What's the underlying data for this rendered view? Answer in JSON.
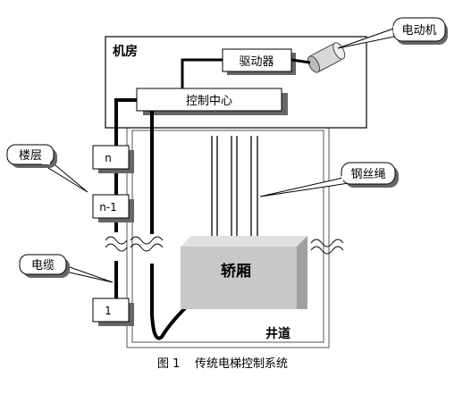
{
  "labels": {
    "machine_room": "机房",
    "driver": "驱动器",
    "control_center": "控制中心",
    "motor_callout": "电动机",
    "floors_callout": "楼层",
    "cable_callout": "电缆",
    "rope_callout": "钢丝绳",
    "car": "轿厢",
    "shaft": "井道",
    "floor_top": "n",
    "floor_second": "n-1",
    "floor_first": "1",
    "caption": "图 1    传统电梯控制系统"
  }
}
